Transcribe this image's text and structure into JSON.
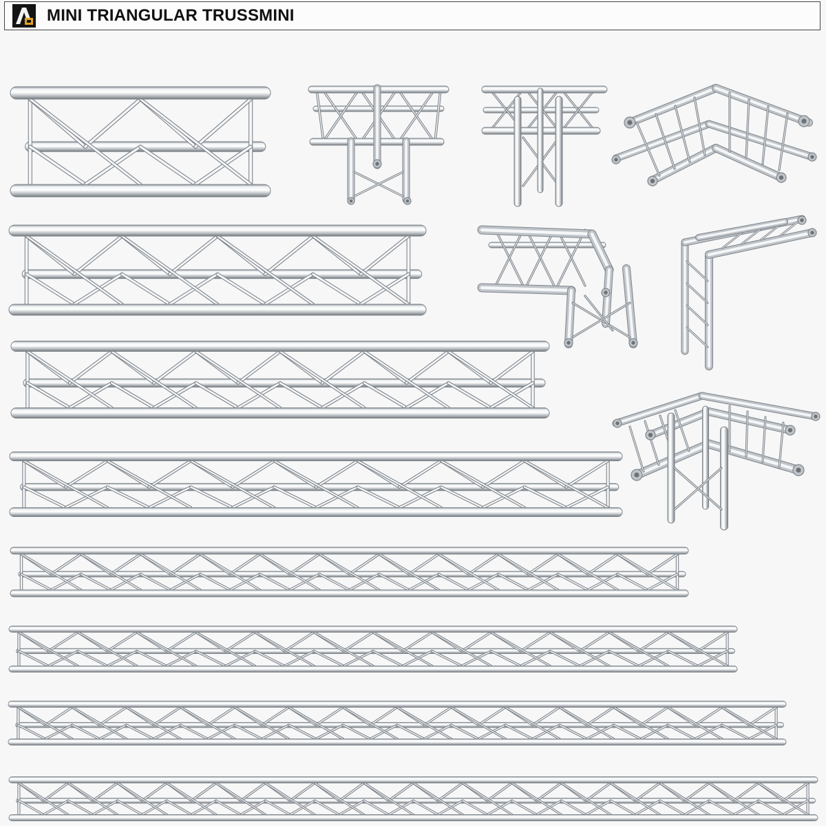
{
  "header": {
    "title": "MINI TRIANGULAR TRUSSMINI",
    "logo_icon": "brand-logo-icon"
  },
  "colors": {
    "background": "#f7f7f7",
    "header_border": "#444444",
    "logo_dark": "#141414",
    "logo_accent": "#e2a322",
    "tube_light": "#f4f6f8",
    "tube_mid": "#bfc4c9",
    "tube_dark": "#7f858b"
  },
  "catalog": {
    "straight_segments": [
      {
        "name": "truss-straight-1",
        "diagonal_bays": 2
      },
      {
        "name": "truss-straight-2",
        "diagonal_bays": 4
      },
      {
        "name": "truss-straight-3",
        "diagonal_bays": 6
      },
      {
        "name": "truss-straight-4",
        "diagonal_bays": 7
      },
      {
        "name": "truss-straight-5",
        "diagonal_bays": 11
      },
      {
        "name": "truss-straight-6",
        "diagonal_bays": 12
      },
      {
        "name": "truss-straight-7",
        "diagonal_bays": 14
      },
      {
        "name": "truss-straight-8",
        "diagonal_bays": 16
      }
    ],
    "junctions": [
      {
        "name": "truss-t-junction-down"
      },
      {
        "name": "truss-t-junction-vertical"
      },
      {
        "name": "truss-corner-2way-90"
      },
      {
        "name": "truss-corner-3way-down"
      },
      {
        "name": "truss-corner-vertical-l"
      },
      {
        "name": "truss-corner-4way"
      }
    ]
  }
}
